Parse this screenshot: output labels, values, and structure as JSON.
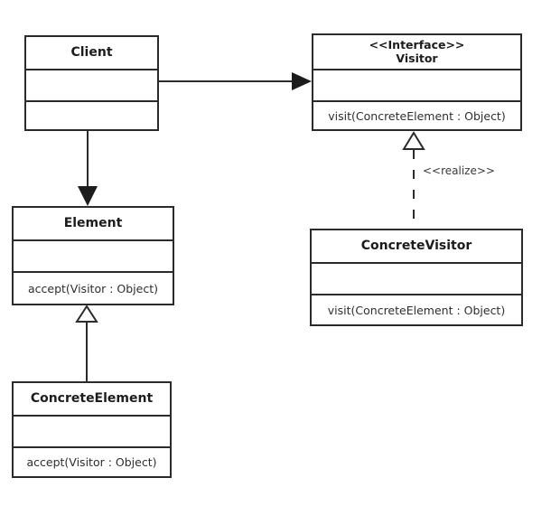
{
  "diagram_type": "uml-class-diagram",
  "colors": {
    "stroke": "#2b2b2b",
    "background": "#ffffff",
    "text": "#1c1c1c"
  },
  "classes": {
    "client": {
      "name": "Client",
      "attributes": "",
      "methods": ""
    },
    "visitor": {
      "stereotype": "<<Interface>>",
      "name": "Visitor",
      "attributes": "",
      "methods": "visit(ConcreteElement : Object)"
    },
    "element": {
      "name": "Element",
      "attributes": "",
      "methods": "accept(Visitor : Object)"
    },
    "concrete_visitor": {
      "name": "ConcreteVisitor",
      "attributes": "",
      "methods": "visit(ConcreteElement : Object)"
    },
    "concrete_element": {
      "name": "ConcreteElement",
      "attributes": "",
      "methods": "accept(Visitor : Object)"
    }
  },
  "relationships": [
    {
      "from": "Client",
      "to": "Visitor",
      "type": "directed-association",
      "label": ""
    },
    {
      "from": "Client",
      "to": "Element",
      "type": "directed-association",
      "label": ""
    },
    {
      "from": "ConcreteElement",
      "to": "Element",
      "type": "generalization",
      "label": ""
    },
    {
      "from": "ConcreteVisitor",
      "to": "Visitor",
      "type": "realization",
      "label": "<<realize>>"
    }
  ]
}
